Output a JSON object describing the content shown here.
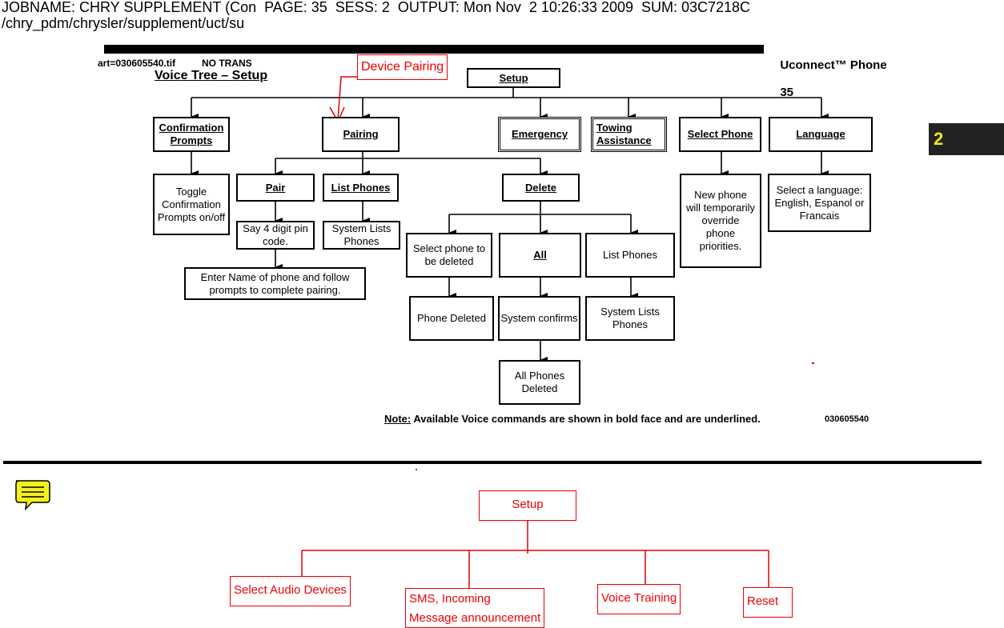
{
  "header": {
    "line1": "JOBNAME: CHRY SUPPLEMENT (Con  PAGE: 35  SESS: 2  OUTPUT: Mon Nov  2 10:26:33 2009  SUM: 03C7218C",
    "line2": "/chry_pdm/chrysler/supplement/uct/su",
    "page_title": "Uconnect™ Phone",
    "page_number": "35",
    "art_id": "art=030605540.tif",
    "no_trans": "NO TRANS"
  },
  "diagram": {
    "title": "Voice Tree – Setup",
    "root": "Setup",
    "level1": {
      "confirmation": "Confirmation Prompts",
      "pairing": "Pairing",
      "emergency": "Emergency",
      "towing": "Towing Assistance",
      "select_phone": "Select Phone",
      "language": "Language"
    },
    "toggle": "Toggle Confirmation Prompts on/off",
    "pair": "Pair",
    "list_phones": "List Phones",
    "delete": "Delete",
    "say_pin": "Say 4 digit pin code.",
    "system_lists_1": "System Lists Phones",
    "enter_name": "Enter Name of phone and follow prompts to complete pairing.",
    "select_delete": "Select phone to be deleted",
    "all": "All",
    "list_phones_2": "List Phones",
    "phone_deleted": "Phone Deleted",
    "system_confirms": "System confirms",
    "system_lists_2": "System Lists Phones",
    "all_deleted": "All Phones Deleted",
    "new_phone": "New phone will temporarily override phone priorities.",
    "select_language": "Select a language: English, Espanol or Francais",
    "note_label": "Note:",
    "note_text": " Available Voice commands are shown in bold face and are underlined.",
    "figure_code": "030605540"
  },
  "annotation": {
    "device_pairing": "Device Pairing",
    "setup": "Setup",
    "select_audio": "Select Audio Devices",
    "sms": "SMS, Incoming\nMessage announcement",
    "voice_training": "Voice Training",
    "reset": "Reset"
  },
  "tab": {
    "chapter": "2"
  },
  "colors": {
    "annotation": "#e00000",
    "tab_bg": "#222222",
    "tab_text": "#f5e51a",
    "comment_icon": "#f5f01a"
  },
  "icons": [
    "comment-icon"
  ]
}
